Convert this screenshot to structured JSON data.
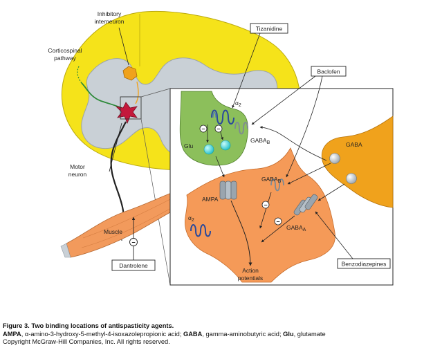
{
  "labels": {
    "inhibitory": [
      "Inhibitory",
      "interneuron"
    ],
    "corticospinal": [
      "Corticospinal",
      "pathway"
    ],
    "tizanidine": "Tizanidine",
    "baclofen": "Baclofen",
    "motor": [
      "Motor",
      "neuron"
    ],
    "muscle": "Muscle",
    "dantrolene": "Dantrolene",
    "glu": "Glu",
    "gaba": "GABA",
    "gabab": "GABA",
    "gabab_sub": "B",
    "gabab2": "GABA",
    "gabab2_sub": "B",
    "gabaa": "GABA",
    "gabaa_sub": "A",
    "ampa": "AMPA",
    "alpha2_top": "α",
    "alpha2_top_sub": "2",
    "alpha2_left": "α",
    "alpha2_left_sub": "2",
    "benzodiazepines": "Benzodiazepines",
    "action": [
      "Action",
      "potentials"
    ],
    "minus": "−"
  },
  "colors": {
    "spinal_white": "#f5e31a",
    "spinal_gray": "#c9d0d6",
    "glu_neuron": "#8cbf5b",
    "gaba_neuron": "#f0a21c",
    "post_neuron": "#f59a58",
    "muscle": "#f29a5c",
    "motor_neuron": "#c4193c",
    "receptor_blue": "#2b4a9b",
    "receptor_gray": "#8f9aa3",
    "vesicle_teal": "#44d4d8"
  },
  "caption": {
    "title": "Figure 3. Two binding locations of antispasticity agents.",
    "abbr_ampa": "AMPA",
    "def_ampa": ", α-amino-3-hydroxy-5-methyl-4-isoxazolepropionic acid; ",
    "abbr_gaba": "GABA",
    "def_gaba": ", gamma-aminobutyric acid; ",
    "abbr_glu": "Glu",
    "def_glu": ", glutamate",
    "copyright": "Copyright McGraw-Hill Companies, Inc. All rights reserved."
  }
}
